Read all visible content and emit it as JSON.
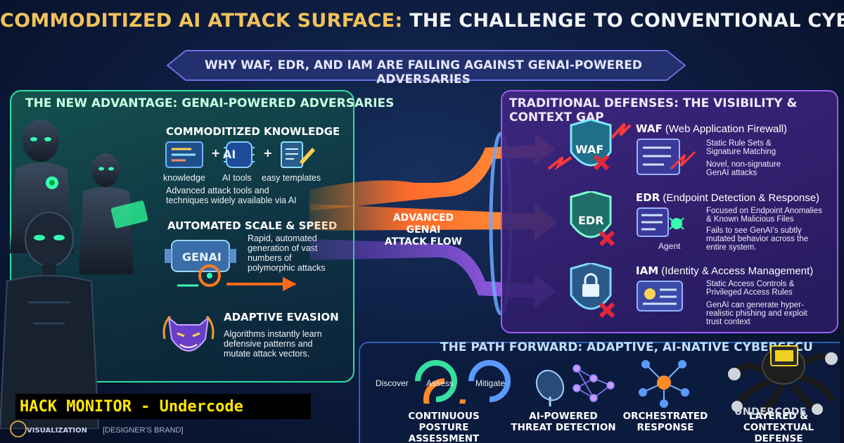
{
  "title": {
    "part1": "COMMODITIZED AI ATTACK SURFACE:",
    "part2": "THE CHALLENGE TO CONVENTIONAL CYBERSECURITY"
  },
  "subtitle": "WHY WAF, EDR, AND IAM ARE FAILING AGAINST GENAI-POWERED ADVERSARIES",
  "left_panel": {
    "title": "THE NEW ADVANTAGE: GENAI-POWERED ADVERSARIES",
    "knowledge": {
      "heading": "COMMODITIZED KNOWLEDGE",
      "items": [
        "knowledge",
        "AI tools",
        "easy templates"
      ],
      "ai_chip": "AI",
      "plus": "+",
      "desc_line1": "Advanced attack tools and",
      "desc_line2": "techniques widely available via AI"
    },
    "scale": {
      "heading": "AUTOMATED SCALE & SPEED",
      "engine_label": "GENAI",
      "desc": [
        "Rapid, automated",
        "generation of vast",
        "numbers of",
        "polymorphic attacks"
      ]
    },
    "evasion": {
      "heading": "ADAPTIVE EVASION",
      "desc": [
        "Algorithms instantly learn",
        "defensive patterns and",
        "mutate attack vectors."
      ]
    }
  },
  "flow_label": [
    "ADVANCED GENAI",
    "ATTACK FLOW"
  ],
  "right_panel": {
    "title": "TRADITIONAL DEFENSES: THE VISIBILITY & CONTEXT GAP",
    "waf": {
      "acronym": "WAF",
      "name": "(Web Application Firewall)",
      "shield": "WAF",
      "points": [
        "Static Rule Sets &",
        "Signature Matching",
        "Novel, non-signature",
        "GenAI attacks"
      ]
    },
    "edr": {
      "acronym": "EDR",
      "name": "(Endpoint Detection & Response)",
      "shield": "EDR",
      "agent_label": "Agent",
      "points": [
        "Focused on Endpoint Anomalies",
        "& Known Malicious Files",
        "Fails to see GenAI's subtly",
        "mutated behavior across the",
        "entire system."
      ]
    },
    "iam": {
      "acronym": "IAM",
      "name": "(Identity & Access Management)",
      "points": [
        "Static Access Controls &",
        "Privileged Access Rules",
        "GenAI can generate hyper-",
        "realistic phishing and exploit",
        "trust context"
      ]
    }
  },
  "path_forward": {
    "title": "THE PATH FORWARD: ADAPTIVE, AI-NATIVE CYBERSECU",
    "cycle": [
      "Discover",
      "Assess",
      "Mitigate"
    ],
    "items": [
      [
        "CONTINUOUS",
        "POSTURE ASSESSMENT"
      ],
      [
        "AI-POWERED",
        "THREAT DETECTION"
      ],
      [
        "ORCHESTRATED",
        "RESPONSE"
      ],
      [
        "LAYERED &",
        "CONTEXTUAL DEFENSE"
      ]
    ]
  },
  "overlay": {
    "banner": "HACK MONITOR - Undercode",
    "watermark": "UNDERCODE",
    "footer_left": "VISUALIZATION",
    "footer_brand": "[DESIGNER'S BRAND]"
  },
  "colors": {
    "title_gold": "#f1c25a",
    "left_panel_border": "#2de0a0",
    "right_panel_border": "#9a5cf2",
    "arrow_orange": "#ff7a1c",
    "arrow_purple": "#a45cff",
    "fail_red": "#e0283a",
    "banner_yellow": "#ffe800"
  },
  "icons": [
    "robot-figure",
    "code-window-icon",
    "ai-chip-icon",
    "template-doc-icon",
    "engine-icon",
    "demon-mask-icon",
    "shield-waf-icon",
    "shield-edr-icon",
    "shield-lock-icon",
    "x-mark-icon",
    "lightning-icon",
    "agent-bug-icon",
    "id-card-icon",
    "cycle-arrows-icon",
    "radar-dish-icon",
    "neural-net-icon",
    "orchestration-hub-icon",
    "octopus-hacker-logo"
  ]
}
